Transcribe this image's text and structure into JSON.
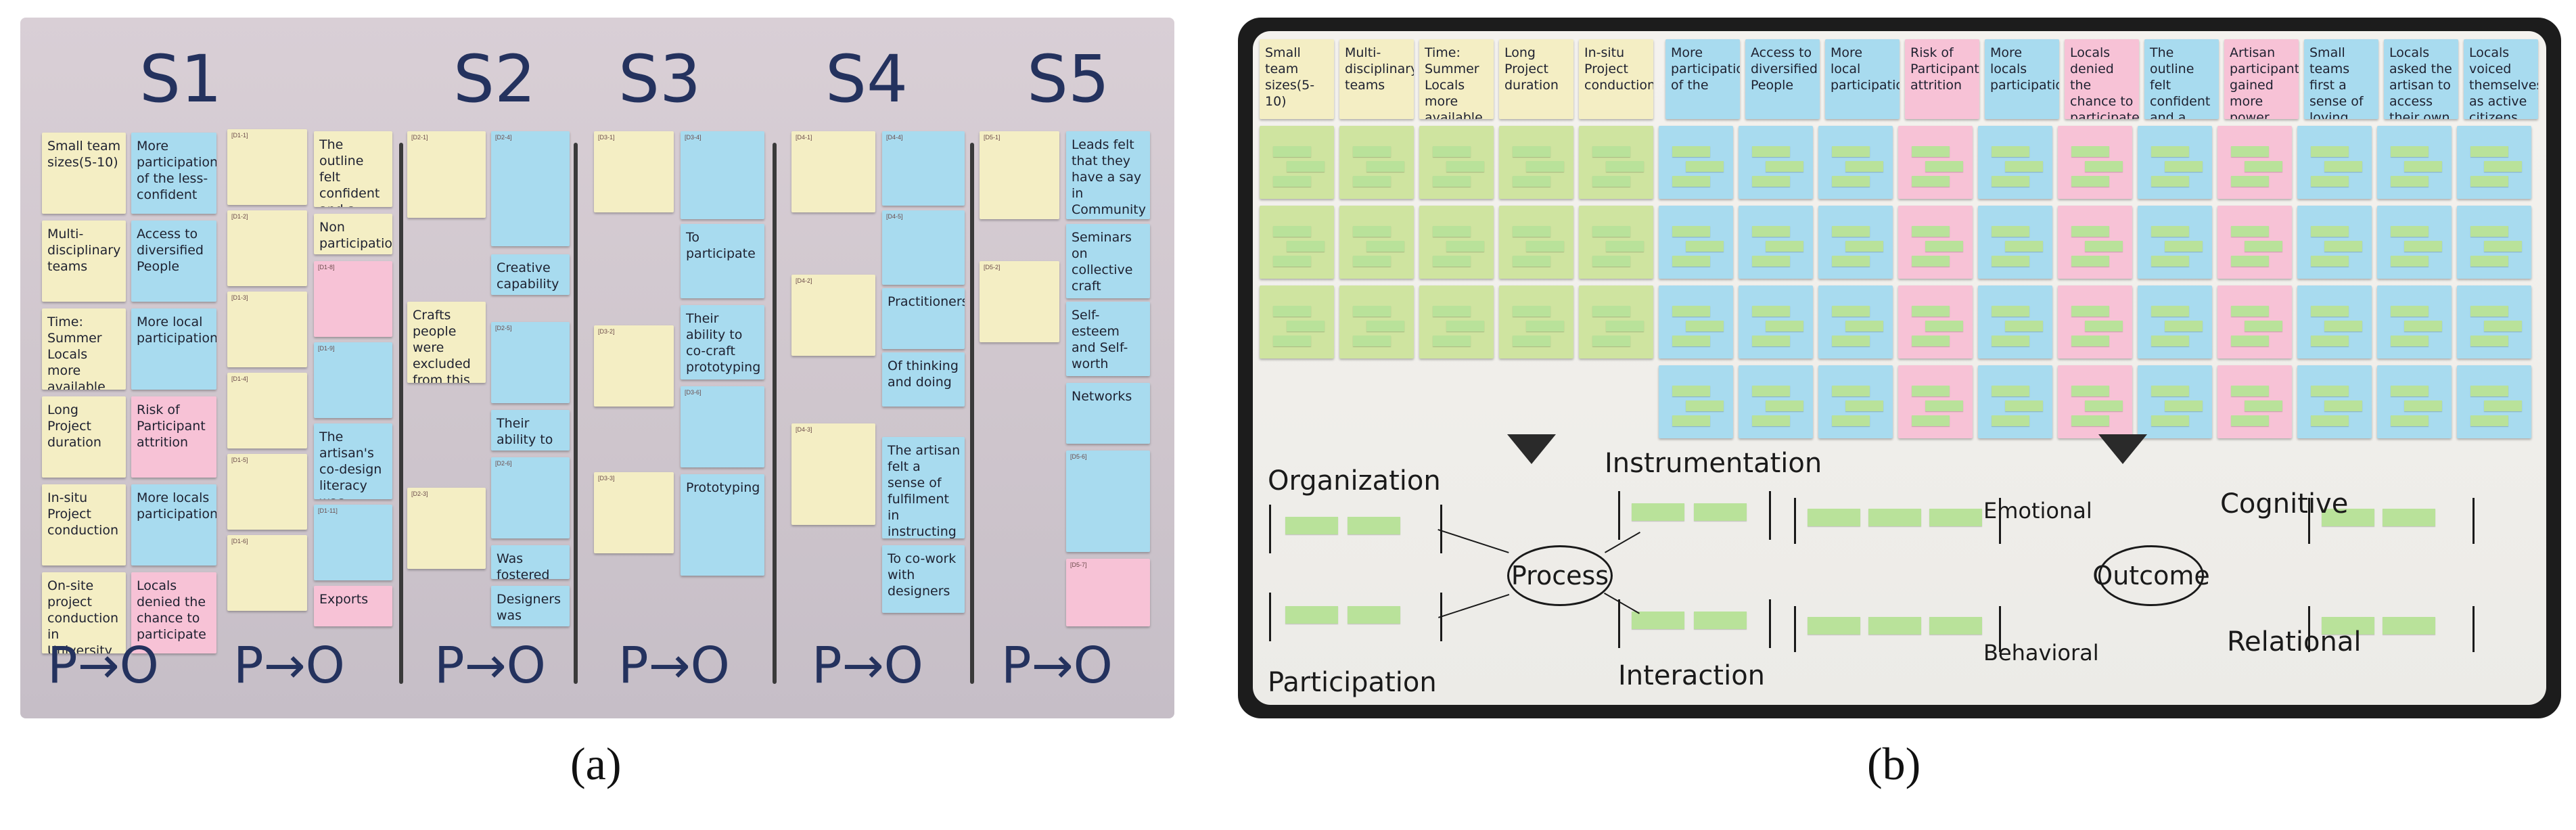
{
  "panel_a": {
    "stages": [
      "S1",
      "S2",
      "S3",
      "S4",
      "S5"
    ],
    "po_label": "P→O",
    "notes": {
      "small_team": "Small team sizes(5-10)",
      "multi_disc": "Multi-disciplinary teams",
      "time_summer": "Time: Summer Locals more available",
      "long_project": "Long Project duration",
      "in_situ": "In-situ Project conduction",
      "on_site": "On-site project conduction in University spaces",
      "more_part": "More participation of the less-confident",
      "access_div": "Access to diversified People",
      "more_local": "More local participation",
      "risk_attr": "Risk of Participant attrition",
      "more_locals": "More locals participation",
      "locals_denied": "Locals denied the chance to participate",
      "outline_felt": "The outline felt confident and a sense of loving a day",
      "non_part": "Non participation",
      "crafts_rep": "Crafts people were excluded from this stage",
      "more_loc_capab": "Creative capability",
      "ability_codev": "Their ability to co-ideate",
      "was_fostered": "Was fostered",
      "designers_enh": "Designers was enhanced",
      "literacy": "The artisan's co-design literacy was enhanced",
      "to_participate": "To participate",
      "proto_cocraft": "Their ability to co-craft prototyping",
      "prototyping": "Prototyping",
      "practitioners": "Practitioners",
      "of_thinking": "Of thinking and doing",
      "sense_fulfil": "The artisan felt a sense of fulfilment in instructing Designer trainees",
      "community": "Leads felt that they have a say in Community matters",
      "self_esteem": "Self-esteem and Self-worth",
      "ext_networks": "Networks",
      "co_work": "To co-work with designers",
      "exports": "Exports",
      "social": "Seminars on collective craft"
    }
  },
  "panel_b": {
    "headers": {
      "small_team": "Small team sizes(5-10)",
      "multi_disc": "Multi-disciplinary teams",
      "time_summer": "Time: Summer Locals more available",
      "long_project": "Long Project duration",
      "in_situ": "In-situ Project conduction",
      "more_part": "More participation of the",
      "access_div": "Access to diversified People",
      "more_local": "More local participation",
      "risk_attr": "Risk of Participant attrition",
      "more_locals": "More locals participation",
      "locals_denied": "Locals denied the chance to participate",
      "felt_confident": "The outline felt confident and a sense of loving a day",
      "power_over": "Artisan participant gained more power over participation",
      "small_team_first": "Small teams first a sense of loving from the design team, tempering",
      "locals_asked": "Locals asked the artisan to access their own proposals",
      "active_citizen": "Locals voiced themselves as active citizens"
    },
    "labels": {
      "organization": "Organization",
      "instrumentation": "Instrumentation",
      "participation": "Participation",
      "interaction": "Interaction",
      "process": "Process",
      "outcome": "Outcome",
      "emotional": "Emotional",
      "behavioral": "Behavioral",
      "cognitive": "Cognitive",
      "relational": "Relational"
    }
  },
  "captions": {
    "a": "(a)",
    "b": "(b)"
  }
}
